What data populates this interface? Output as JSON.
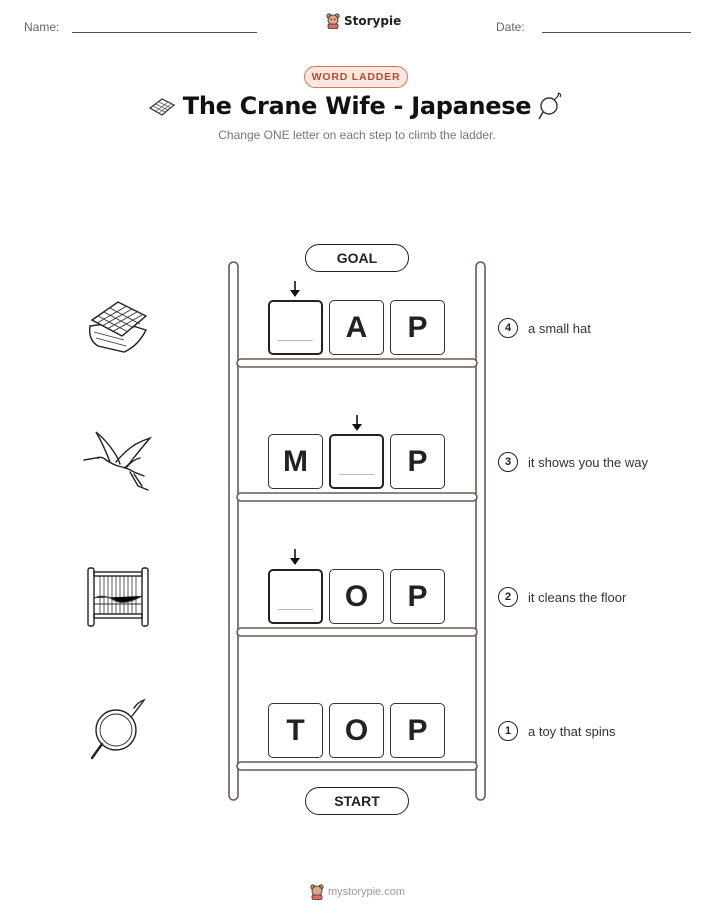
{
  "header": {
    "name_label": "Name:",
    "date_label": "Date:",
    "logo_text": "Storypie"
  },
  "badge": "WORD LADDER",
  "title": "The Crane Wife - Japanese",
  "subtitle": "Change ONE letter on each step to climb the ladder.",
  "goal_label": "GOAL",
  "start_label": "START",
  "rungs": [
    {
      "letters": [
        "",
        "A",
        "P"
      ],
      "clue_number": "4",
      "clue": "a small hat",
      "icon": "folded-quilt-icon"
    },
    {
      "letters": [
        "M",
        "",
        "P"
      ],
      "clue_number": "3",
      "clue": "it shows you the way",
      "icon": "crane-bird-icon"
    },
    {
      "letters": [
        "",
        "O",
        "P"
      ],
      "clue_number": "2",
      "clue": "it cleans the floor",
      "icon": "weaving-loom-icon"
    },
    {
      "letters": [
        "T",
        "O",
        "P"
      ],
      "clue_number": "1",
      "clue": "a toy that spins",
      "icon": "yarn-loop-icon"
    }
  ],
  "footer": "mystorypie.com",
  "colors": {
    "badge_border": "#d9735a",
    "badge_fill": "#fde6dd",
    "ladder": "#6b5a55"
  }
}
